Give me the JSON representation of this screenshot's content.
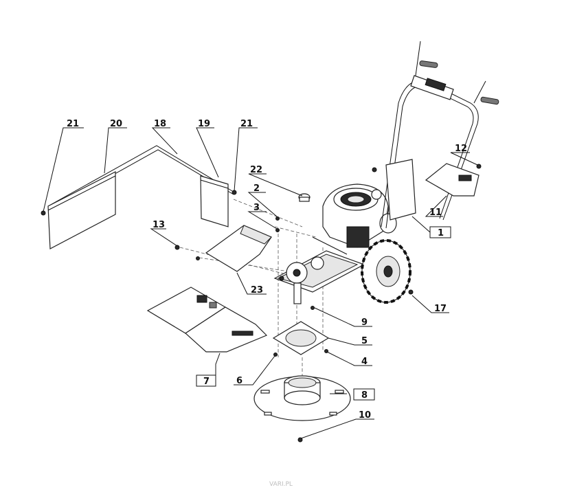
{
  "diagram": {
    "callouts": [
      {
        "id": "c21a",
        "label": "21",
        "boxed": false
      },
      {
        "id": "c20",
        "label": "20",
        "boxed": false
      },
      {
        "id": "c18",
        "label": "18",
        "boxed": false
      },
      {
        "id": "c19",
        "label": "19",
        "boxed": false
      },
      {
        "id": "c21b",
        "label": "21",
        "boxed": false
      },
      {
        "id": "c22",
        "label": "22",
        "boxed": false
      },
      {
        "id": "c2",
        "label": "2",
        "boxed": false
      },
      {
        "id": "c3",
        "label": "3",
        "boxed": false
      },
      {
        "id": "c13",
        "label": "13",
        "boxed": false
      },
      {
        "id": "c23",
        "label": "23",
        "boxed": false
      },
      {
        "id": "c12",
        "label": "12",
        "boxed": false
      },
      {
        "id": "c11",
        "label": "11",
        "boxed": false
      },
      {
        "id": "c1",
        "label": "1",
        "boxed": true
      },
      {
        "id": "c17",
        "label": "17",
        "boxed": false
      },
      {
        "id": "c9",
        "label": "9",
        "boxed": false
      },
      {
        "id": "c5",
        "label": "5",
        "boxed": false
      },
      {
        "id": "c4",
        "label": "4",
        "boxed": false
      },
      {
        "id": "c7",
        "label": "7",
        "boxed": true
      },
      {
        "id": "c6",
        "label": "6",
        "boxed": false
      },
      {
        "id": "c8",
        "label": "8",
        "boxed": true
      },
      {
        "id": "c10",
        "label": "10",
        "boxed": false
      }
    ],
    "watermark": "VARI.PL"
  }
}
